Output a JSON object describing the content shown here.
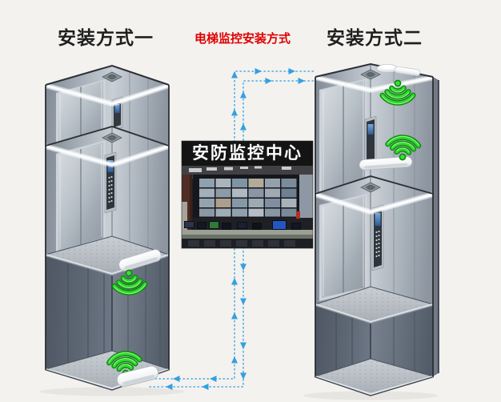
{
  "titles": {
    "left": "安装方式一",
    "center": "电梯监控安装方式",
    "right": "安装方式二"
  },
  "monitoring_center": {
    "label": "安防监控中心"
  },
  "icons": {
    "wifi": "wifi-signal-icon",
    "arrow_up": "▲",
    "arrow_down": "▼",
    "arrow_left": "◀",
    "arrow_right": "▶"
  },
  "colors": {
    "background": "#f3f2ef",
    "signal_line_blue": "#359fe0",
    "wifi_green": "#31d831",
    "title_text": "#1f1f1f",
    "subtitle_red": "#e00000",
    "monitor_label_bg": "#141414",
    "monitor_label_text": "#ffffff"
  }
}
